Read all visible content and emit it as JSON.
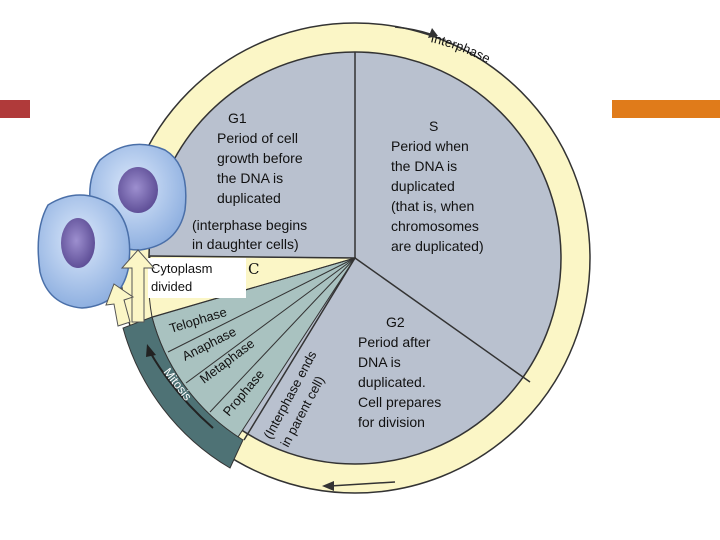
{
  "slide": {
    "accent_left_color": "#b03a3a",
    "accent_right_color": "#e07b1a"
  },
  "cycle": {
    "ring_label": "Interphase",
    "mitosis_label": "Mitosis",
    "g1": {
      "title": "G1",
      "lines": [
        "Period of cell",
        "growth before",
        "the DNA is",
        "duplicated"
      ],
      "note": [
        "(interphase begins",
        "in daughter cells)"
      ]
    },
    "s": {
      "title": "S",
      "lines": [
        "Period when",
        "the DNA is",
        "duplicated",
        "(that is, when",
        "chromosomes",
        "are duplicated)"
      ]
    },
    "g2": {
      "title": "G2",
      "lines": [
        "Period after",
        "DNA is",
        "duplicated.",
        "Cell prepares",
        "for division"
      ]
    },
    "cytoplasm": {
      "lines": [
        "Cytoplasm",
        "divided"
      ],
      "handwritten_mark": "C"
    },
    "mitosis_phases": [
      "Telophase",
      "Anaphase",
      "Metaphase",
      "Prophase"
    ],
    "interphase_ends": [
      "(Interphase ends",
      "in parent cell)"
    ],
    "colors": {
      "pie": "#b9c1cf",
      "ring": "#fbf6c6",
      "mitosis_wedge": "#a9c2c0",
      "mitosis_band": "#4e7275",
      "cell": "#b8cff0",
      "nucleus": "#6f5fa6"
    }
  }
}
